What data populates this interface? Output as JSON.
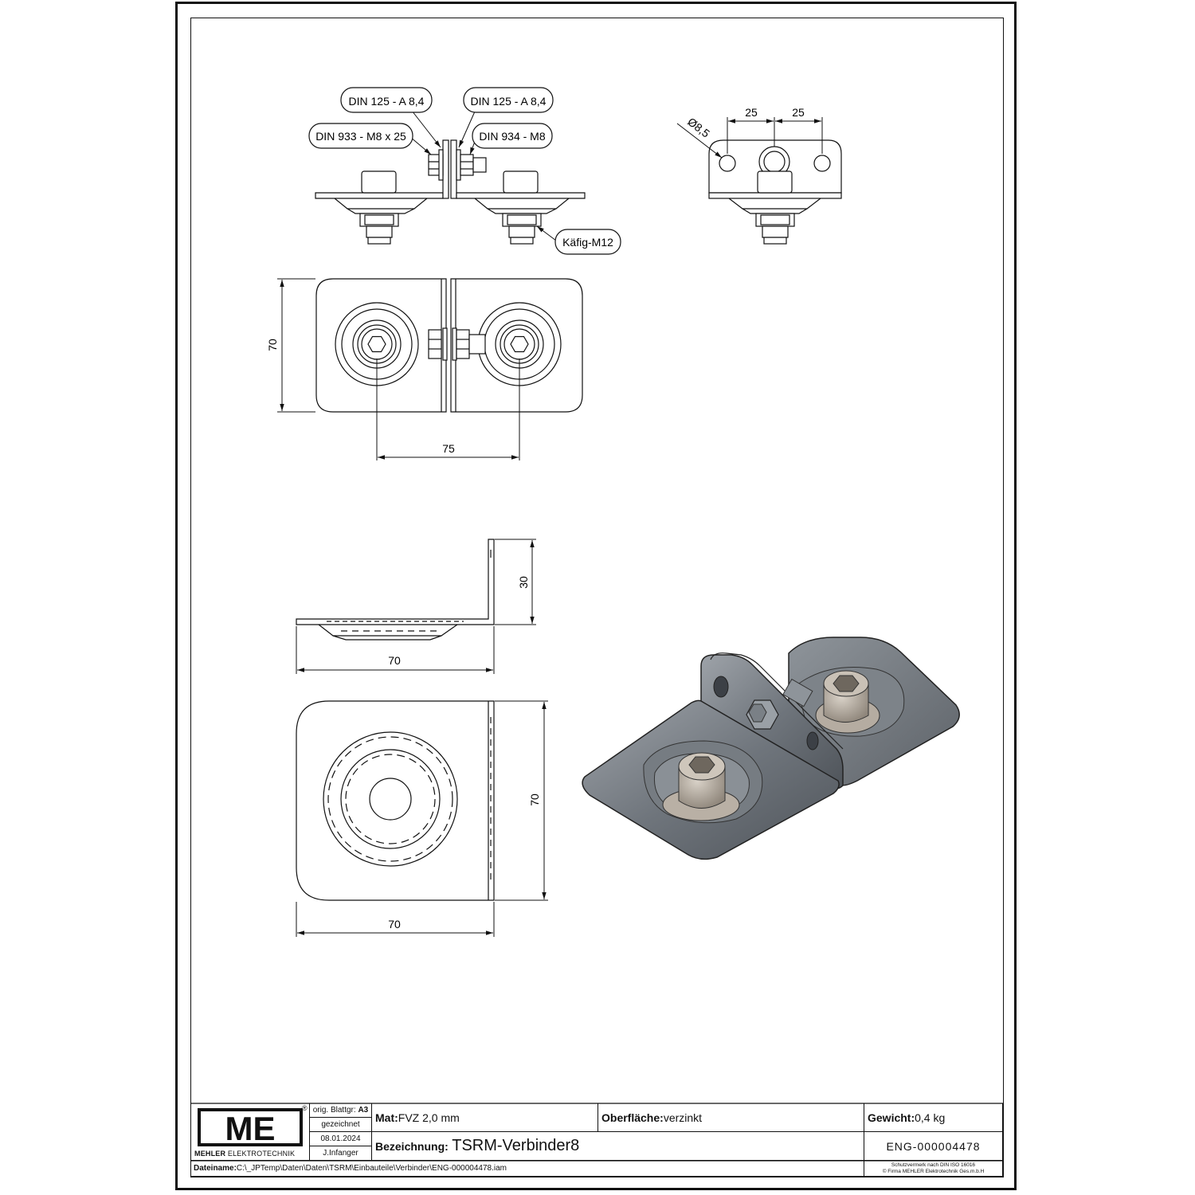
{
  "callouts": {
    "washer_left": "DIN 125 - A 8,4",
    "washer_right": "DIN 125 - A 8,4",
    "bolt": "DIN 933 - M8  x 25",
    "nut": "DIN 934 - M8",
    "cage": "Käfig-M12"
  },
  "dimensions": {
    "top_spacing_left": "25",
    "top_spacing_right": "25",
    "hole_diameter": "Ø8,5",
    "plan_height": "70",
    "plan_spacing": "75",
    "side_height": "30",
    "side_width": "70",
    "single_width": "70",
    "single_height": "70"
  },
  "title_block": {
    "logo_letters": "ME",
    "registered_mark": "®",
    "company_bold": "MEHLER",
    "company_rest": " ELEKTROTECHNIK",
    "orig_blattgroesse_label": "orig. Blattgr:",
    "orig_blattgroesse_value": "A3",
    "gezeichnet_label": "gezeichnet",
    "date": "08.01.2024",
    "drawn_by": "J.Infanger",
    "material_label": "Mat:",
    "material_value": "FVZ 2,0 mm",
    "surface_label": "Oberfläche:",
    "surface_value": " verzinkt",
    "weight_label": "Gewicht:",
    "weight_value": " 0,4 kg",
    "designation_label": "Bezeichnung:",
    "designation_value": "TSRM-Verbinder8",
    "drawing_number": "ENG-000004478",
    "filename_label": "Dateiname:",
    "filename_value": " C:\\_JPTemp\\Daten\\Daten\\TSRM\\Einbauteile\\Verbinder\\ENG-000004478.iam",
    "protection_note": "Schutzvermerk nach DIN ISO 16016",
    "copyright": "© Firma MEHLER Elektrotechnik Ges.m.b.H"
  }
}
